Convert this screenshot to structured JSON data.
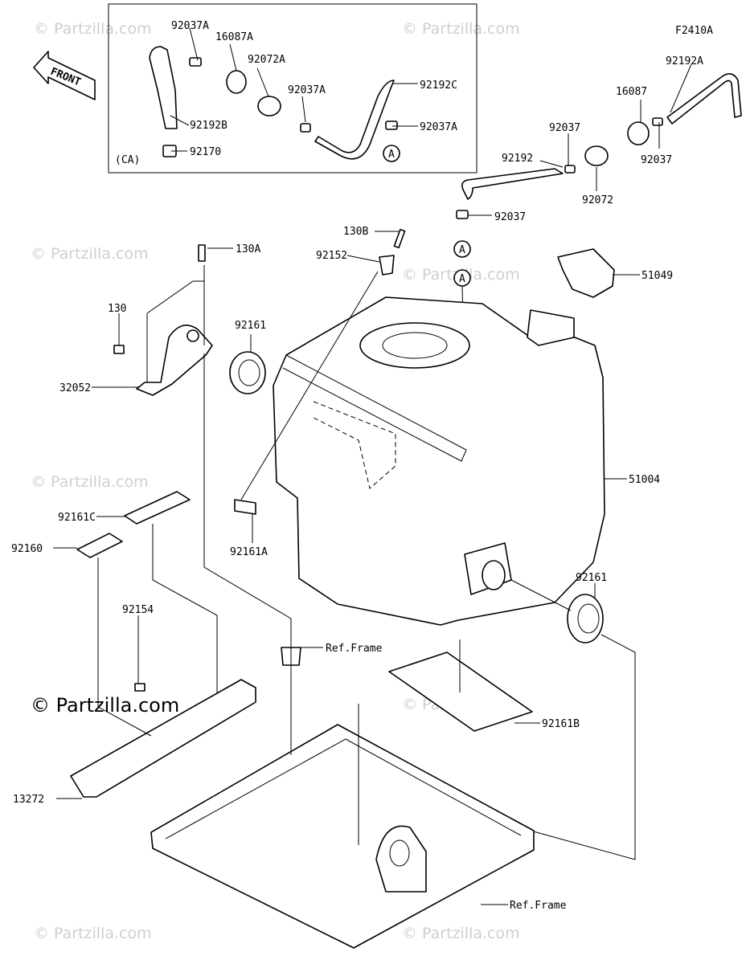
{
  "diagram_code": "F2410A",
  "front_label": "FRONT",
  "ca_label": "(CA)",
  "callout": "A",
  "watermark": "© Partzilla.com",
  "watermark_main": "© Partzilla.com",
  "labels": {
    "p92037A_1": "92037A",
    "p16087A": "16087A",
    "p92072A": "92072A",
    "p92037A_2": "92037A",
    "p92192C": "92192C",
    "p92037A_3": "92037A",
    "p92192B": "92192B",
    "p92170": "92170",
    "p92192A": "92192A",
    "p16087": "16087",
    "p92037_1": "92037",
    "p92192": "92192",
    "p92037_2": "92037",
    "p92072": "92072",
    "p92037_3": "92037",
    "p130B": "130B",
    "p92152": "92152",
    "p130A": "130A",
    "p51049": "51049",
    "p130": "130",
    "p92161_1": "92161",
    "p32052": "32052",
    "p51004": "51004",
    "p92161C": "92161C",
    "p92160": "92160",
    "p92161A": "92161A",
    "p92161_2": "92161",
    "p92154": "92154",
    "pRefFrame_1": "Ref.Frame",
    "p92161B": "92161B",
    "p13272": "13272",
    "pRefFrame_2": "Ref.Frame"
  }
}
